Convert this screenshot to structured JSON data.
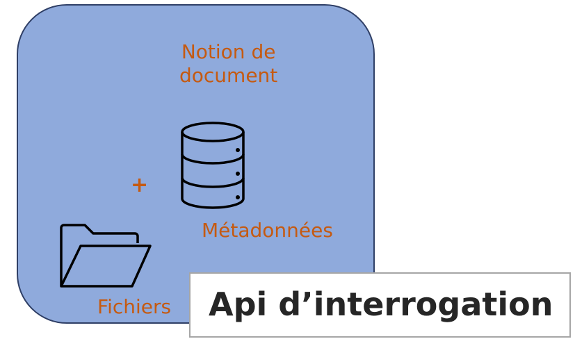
{
  "card": {
    "title_line1": "Notion de",
    "title_line2": "document",
    "plus": "+",
    "metadata_label": "Métadonnées",
    "files_label": "Fichiers"
  },
  "api_box": {
    "label": "Api d’interrogation"
  },
  "icons": {
    "database": "database-icon",
    "folder": "folder-open-icon"
  },
  "colors": {
    "card_fill": "#8faadc",
    "card_border": "#2f3f66",
    "accent_text": "#c55a11",
    "api_text": "#262626",
    "api_border": "#a6a6a6"
  }
}
